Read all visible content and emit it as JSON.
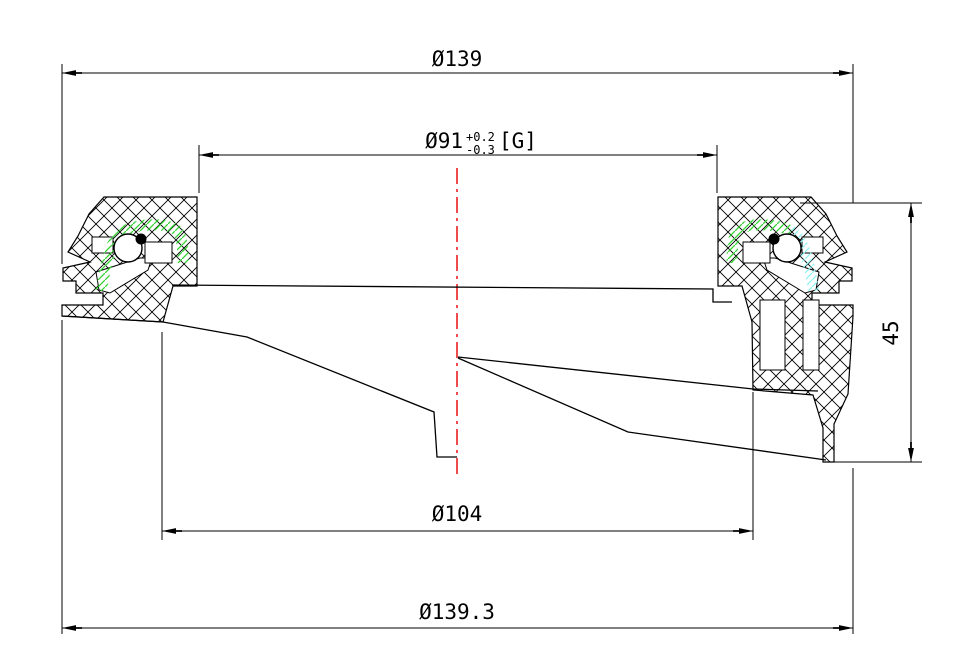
{
  "drawing": {
    "kind": "technical-section-drawing",
    "description": "Cross-section of a radial oil seal / hub cap assembly with diameter and height dimensions",
    "colors": {
      "background": "#ffffff",
      "line_color": "#000000",
      "centerline_color": "#e60000",
      "hatch_green": "#2fd32f",
      "hatch_cyan": "#8ef2f2"
    },
    "dims": {
      "outer_top": "Ø139",
      "inner_nominal": "Ø91",
      "inner_tol_upper": "+0.2",
      "inner_tol_lower": "-0.3",
      "inner_fit": "[G]",
      "mid": "Ø104",
      "outer_bottom": "Ø139.3",
      "height": "45"
    }
  }
}
